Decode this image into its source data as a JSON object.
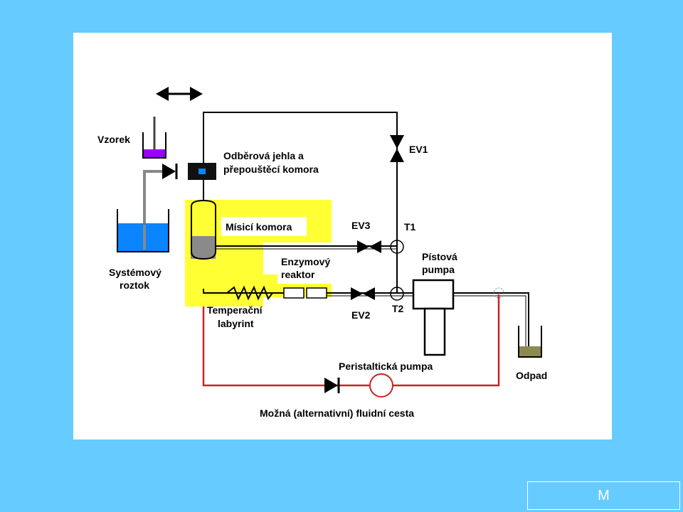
{
  "diagram": {
    "labels": {
      "sample": "Vzorek",
      "needle_line1": "Odběrová jehla a",
      "needle_line2": "přepouštěcí komora",
      "system_solution_line1": "Systémový",
      "system_solution_line2": "roztok",
      "mixing_chamber": "Mísicí komora",
      "ev1": "EV1",
      "ev2": "EV2",
      "ev3": "EV3",
      "t1": "T1",
      "t2": "T2",
      "enzyme_reactor_line1": "Enzymový",
      "enzyme_reactor_line2": "reaktor",
      "thermal_labyrinth_line1": "Temperační",
      "thermal_labyrinth_line2": "labyrint",
      "piston_pump_line1": "Pístová",
      "piston_pump_line2": "pumpa",
      "waste": "Odpad",
      "peristaltic_pump": "Peristaltická pumpa",
      "alternative_path": "Možná (alternativní) fluidní cesta"
    },
    "colors": {
      "background": "#66ccff",
      "panel": "#ffffff",
      "highlight": "#ffff33",
      "system_solution": "#0a84ff",
      "sample": "#9900ff",
      "mixing_fluid": "#8a8a8a",
      "waste": "#8c8a50",
      "alt_path": "#cc2222"
    }
  },
  "footer": {
    "nav_label": "M"
  }
}
